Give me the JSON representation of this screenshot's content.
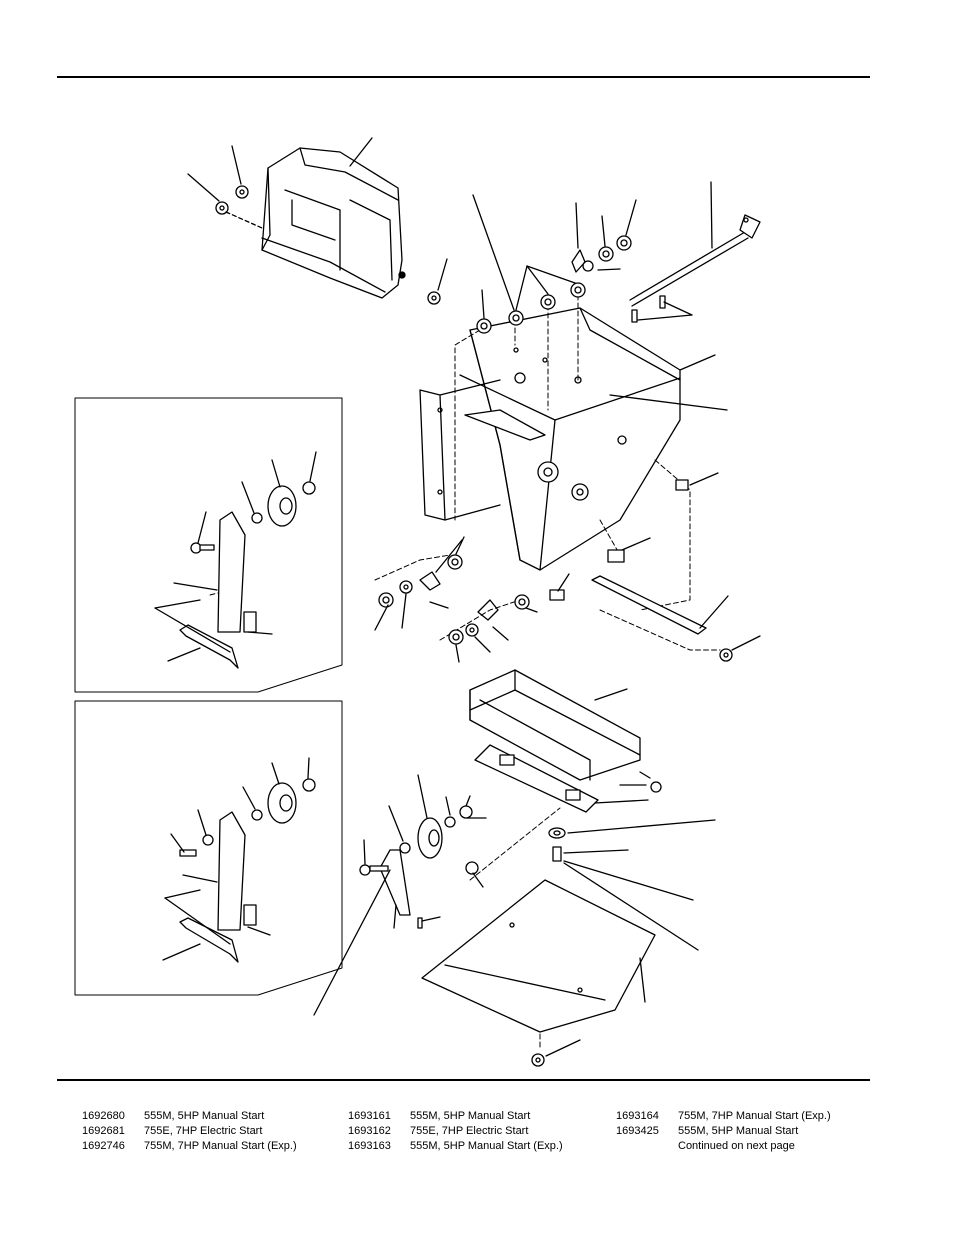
{
  "figure": {
    "description_icon": "exploded-parts-diagram-icon"
  },
  "models": [
    [
      {
        "number": "1692680",
        "desc": "555M, 5HP Manual Start"
      },
      {
        "number": "1692681",
        "desc": "755E, 7HP Electric Start"
      },
      {
        "number": "1692746",
        "desc": "755M, 7HP Manual Start (Exp.)"
      }
    ],
    [
      {
        "number": "1693161",
        "desc": "555M, 5HP Manual Start"
      },
      {
        "number": "1693162",
        "desc": "755E, 7HP Electric Start"
      },
      {
        "number": "1693163",
        "desc": "555M, 5HP Manual Start (Exp.)"
      }
    ],
    [
      {
        "number": "1693164",
        "desc": "755M, 7HP Manual Start (Exp.)"
      },
      {
        "number": "1693425",
        "desc": "555M, 5HP Manual Start"
      }
    ]
  ],
  "continued": "Continued on next page"
}
